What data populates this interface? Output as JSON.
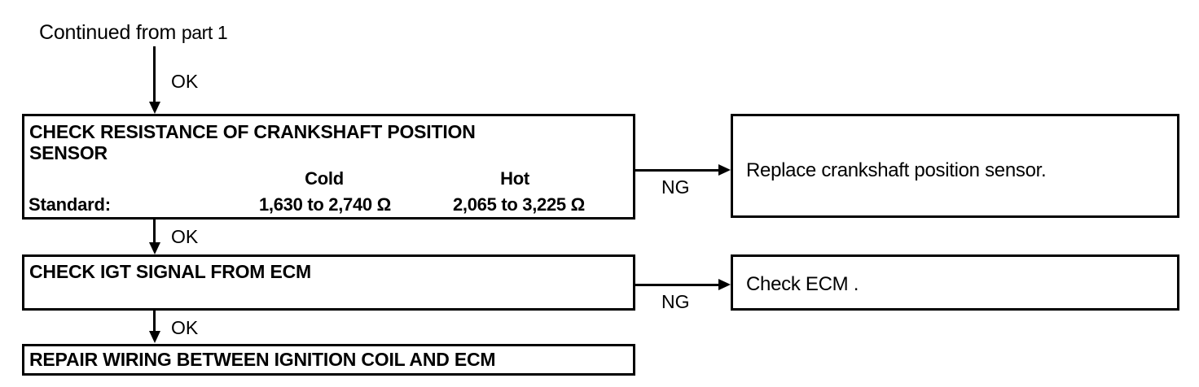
{
  "diagram": {
    "type": "troubleshooting-flowchart",
    "background_color": "#ffffff",
    "line_color": "#000000",
    "header": {
      "prefix": "Continued from ",
      "reference": "part 1"
    },
    "edge_labels": {
      "ok": "OK",
      "ng": "NG"
    },
    "nodes": {
      "check_resistance": {
        "title": "CHECK RESISTANCE OF CRANKSHAFT POSITION\nSENSOR",
        "standard_label": "Standard:",
        "columns": [
          "Cold",
          "Hot"
        ],
        "values": [
          "1,630 to 2,740 Ω",
          "2,065 to 3,225 Ω"
        ]
      },
      "check_igt": {
        "title": "CHECK IGT SIGNAL FROM ECM"
      },
      "repair_wiring": {
        "title": "REPAIR WIRING BETWEEN IGNITION COIL AND ECM"
      },
      "replace_sensor": {
        "title": "Replace crankshaft position sensor."
      },
      "check_ecm": {
        "title": "Check ECM ."
      }
    }
  }
}
